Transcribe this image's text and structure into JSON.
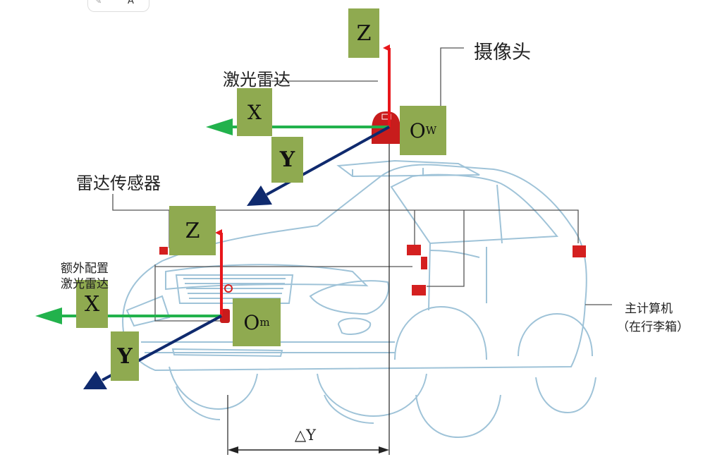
{
  "labels": {
    "camera": "摄像头",
    "lidar": "激光雷达",
    "radar": "雷达传感器",
    "extra_lidar_line1": "额外配置",
    "extra_lidar_line2": "激光雷达",
    "computer_line1": "主计算机",
    "computer_line2": "（在行李箱）",
    "delta_y": "△Y"
  },
  "world_frame": {
    "origin": "O",
    "origin_sub": "W",
    "z": "Z",
    "x": "X",
    "y": "Y"
  },
  "mount_frame": {
    "origin": "O",
    "origin_sub": "m",
    "z": "Z",
    "x": "X",
    "y": "Y"
  },
  "toolbar": {
    "letter": "A"
  },
  "colors": {
    "z_axis": "#e8161b",
    "x_axis": "#22b24c",
    "y_axis": "#0f2a6e",
    "label_box": "#8faa50",
    "sensor": "#d42020",
    "car_line": "#9fc3d8"
  }
}
